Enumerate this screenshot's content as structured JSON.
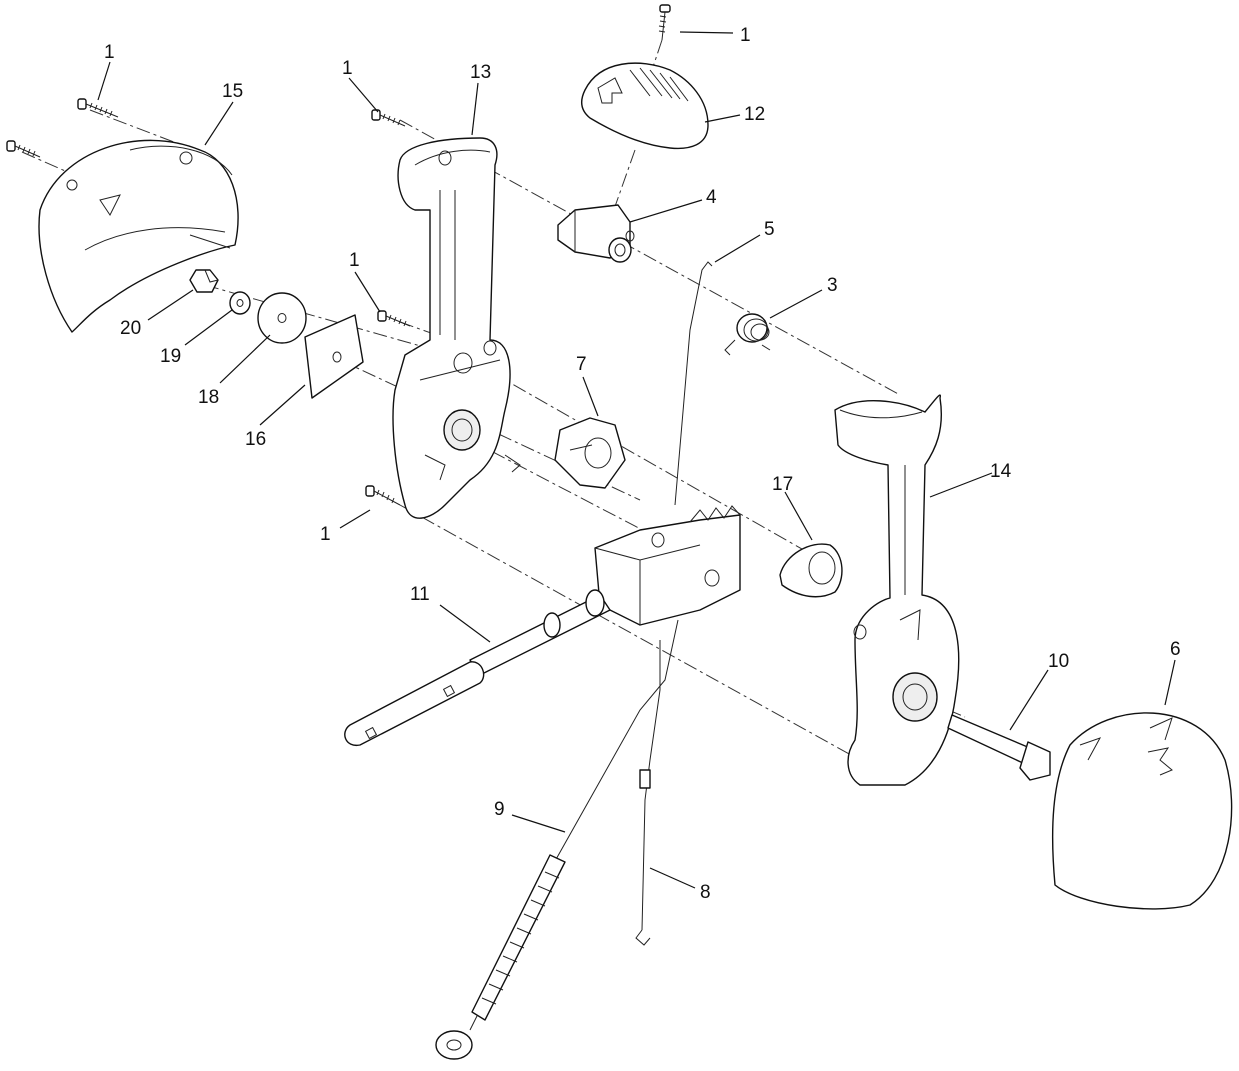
{
  "callouts": {
    "c1_top_left": "1",
    "c15": "15",
    "c1_mid_top": "1",
    "c13": "13",
    "c1_top_right": "1",
    "c12": "12",
    "c4": "4",
    "c5": "5",
    "c3": "3",
    "c1_mid": "1",
    "c20": "20",
    "c19": "19",
    "c18": "18",
    "c16": "16",
    "c7": "7",
    "c17": "17",
    "c14": "14",
    "c1_bottom": "1",
    "c11": "11",
    "c10": "10",
    "c6": "6",
    "c9": "9",
    "c8": "8"
  }
}
